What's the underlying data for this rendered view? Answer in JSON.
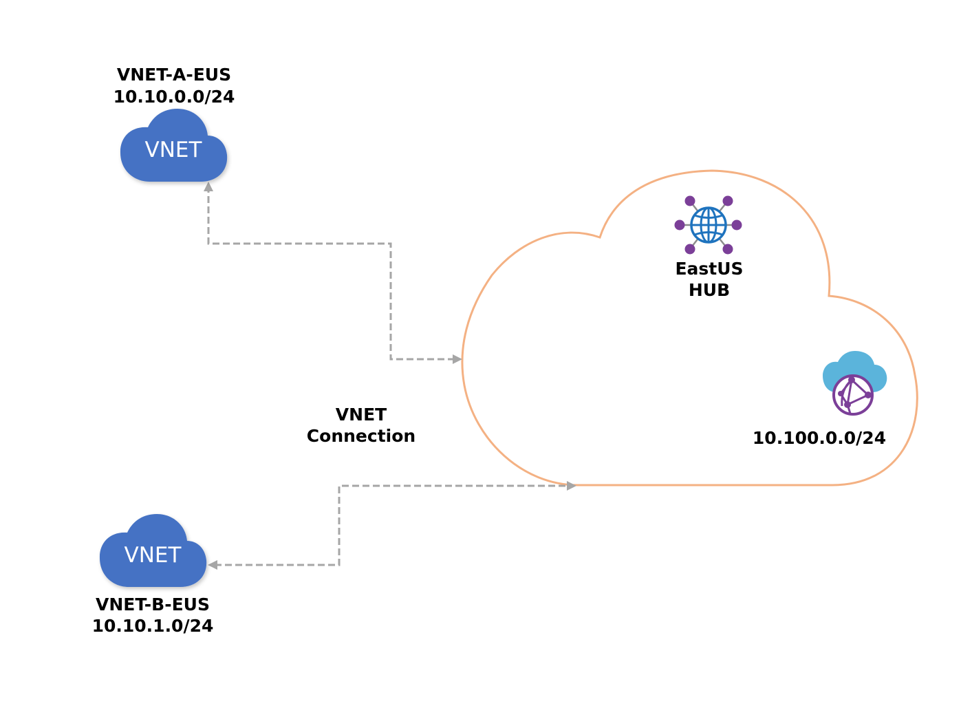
{
  "vnet_a": {
    "name": "VNET-A-EUS",
    "cidr": "10.10.0.0/24",
    "cloud_label": "VNET"
  },
  "vnet_b": {
    "name": "VNET-B-EUS",
    "cidr": "10.10.1.0/24",
    "cloud_label": "VNET"
  },
  "hub": {
    "name_line1": "EastUS",
    "name_line2": "HUB",
    "address_space": "10.100.0.0/24"
  },
  "connection": {
    "line1": "VNET",
    "line2": "Connection"
  },
  "colors": {
    "vnet_cloud": "#4472c4",
    "hub_border": "#f4b183",
    "connector": "#a6a6a6",
    "hub_icon_globe": "#1e73be",
    "hub_icon_nodes": "#7b3f98",
    "web_cloud": "#5bb4db",
    "web_globe": "#7b3f98"
  },
  "icons": {
    "hub_icon": "virtual-hub-icon",
    "address_icon": "cloud-globe-icon"
  }
}
